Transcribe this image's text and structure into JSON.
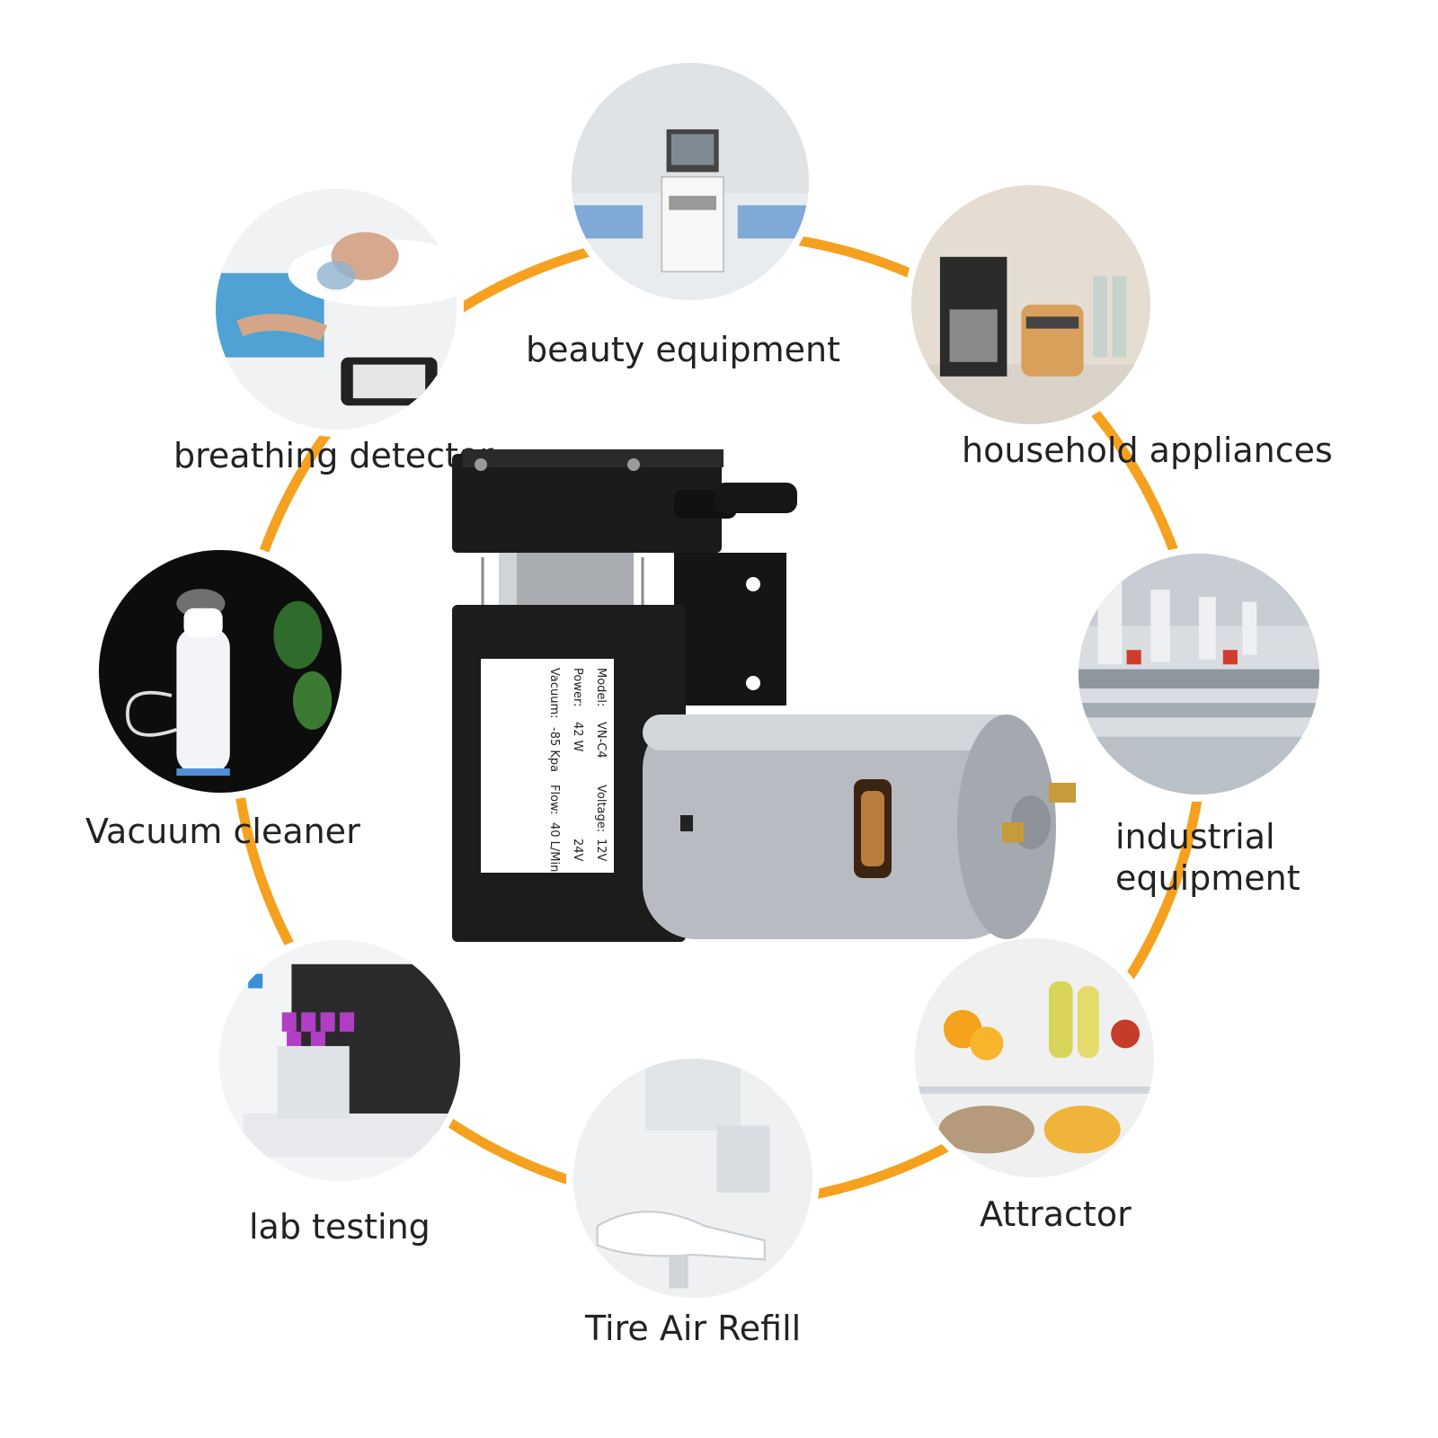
{
  "applications": [
    {
      "id": "beauty",
      "label": "beauty equipment",
      "icon": "beauty-equipment-photo"
    },
    {
      "id": "breathing",
      "label": "breathing detector",
      "icon": "breathing-mask-photo"
    },
    {
      "id": "household",
      "label": "household appliances",
      "icon": "kitchen-appliances-photo"
    },
    {
      "id": "vacuum",
      "label": "Vacuum cleaner",
      "icon": "humidifier-photo"
    },
    {
      "id": "industrial",
      "label": "industrial\nequipment",
      "label_line1": "industrial",
      "label_line2": "equipment",
      "icon": "factory-line-photo"
    },
    {
      "id": "lab",
      "label": "lab testing",
      "icon": "test-tubes-photo"
    },
    {
      "id": "attractor",
      "label": "Attractor",
      "icon": "vacuum-sealed-food-photo"
    },
    {
      "id": "tire",
      "label": "Tire Air Refill",
      "icon": "dental-chair-photo"
    }
  ],
  "product_label": {
    "model_key": "Model:",
    "model_val": "VN-C4",
    "power_key": "Power:",
    "power_val": "42 W",
    "vacuum_key": "Vacuum:",
    "vacuum_val": "-85 Kpa",
    "voltage_key": "Voltage:",
    "voltage_opt1": "12V",
    "voltage_opt2": "24V",
    "flow_key": "Flow:",
    "flow_val": "40 L/Min"
  },
  "colors": {
    "ring": "#f5a11f",
    "pump_body": "#1c1c1c",
    "motor": "#b8bcc2"
  }
}
